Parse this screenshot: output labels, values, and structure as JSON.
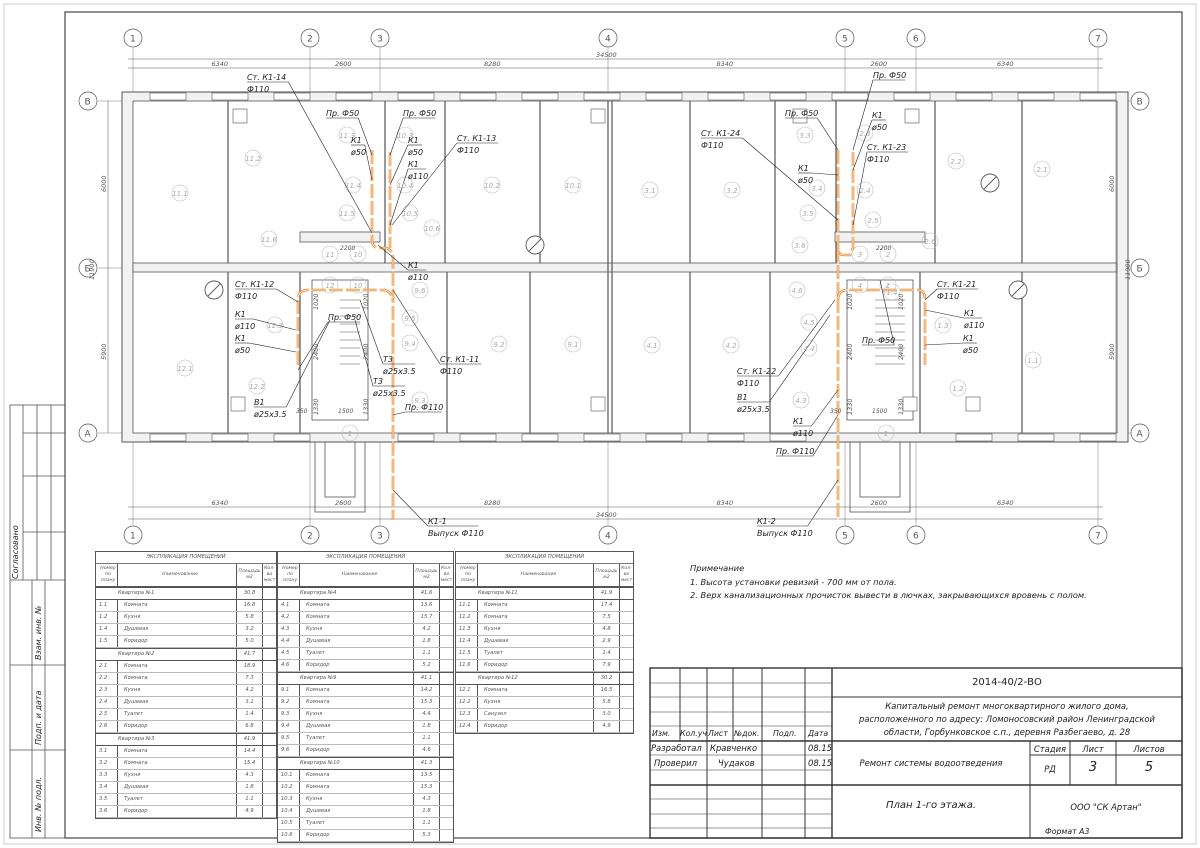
{
  "plan": {
    "axes_columns": [
      "1",
      "2",
      "3",
      "4",
      "5",
      "6",
      "7"
    ],
    "axes_rows": [
      "В",
      "Б",
      "А"
    ],
    "dim_top_total": "34500",
    "dim_bottom_total": "34500",
    "dim_segments": [
      "6340",
      "2600",
      "8280",
      "8340",
      "2600",
      "6340"
    ],
    "dim_side_left": [
      "6000",
      "5900",
      "11900"
    ],
    "dim_side_right": [
      "6000",
      "5900",
      "11900"
    ],
    "dim_small": [
      "2200",
      "2200",
      "1500",
      "1500",
      "350",
      "350",
      "1020",
      "1020",
      "1020",
      "1020",
      "2400",
      "2400",
      "2400",
      "2400",
      "1330",
      "1330",
      "1330",
      "1330"
    ],
    "rooms": [
      "11.1",
      "11.2",
      "11.6",
      "11.3",
      "11.4",
      "11.5",
      "10.3",
      "10.4",
      "10.5",
      "10.6",
      "10.2",
      "10.1",
      "12.1",
      "12.2",
      "12.3",
      "9.6",
      "9.5",
      "9.4",
      "9.3",
      "9.2",
      "9.1",
      "1",
      "3.1",
      "3.2",
      "3.3",
      "3.4",
      "3.5",
      "3.6",
      "2.3",
      "2.4",
      "2.5",
      "2.6",
      "2.2",
      "2.1",
      "4.1",
      "4.2",
      "4.6",
      "4.5",
      "4.4",
      "4.3",
      "1.4",
      "1.3",
      "1.2",
      "1.1",
      "1",
      "11",
      "10",
      "12",
      "10",
      "3",
      "2",
      "4",
      "1"
    ],
    "annotations": [
      [
        "Ст. К1-14",
        "Ф110"
      ],
      [
        "Пр. Ф50",
        ""
      ],
      [
        "Пр. Ф50",
        ""
      ],
      [
        "К1",
        "ø50"
      ],
      [
        "К1",
        "ø50"
      ],
      [
        "Ст. К1-13",
        "Ф110"
      ],
      [
        "К1",
        "ø110"
      ],
      [
        "К1",
        "ø110"
      ],
      [
        "Ст. К1-12",
        "Ф110"
      ],
      [
        "К1",
        "ø110"
      ],
      [
        "К1",
        "ø50"
      ],
      [
        "Пр. Ф50",
        ""
      ],
      [
        "Т3",
        "ø25x3.5"
      ],
      [
        "Т3",
        "ø25x3.5"
      ],
      [
        "Ст. К1-11",
        "Ф110"
      ],
      [
        "В1",
        "ø25x3.5"
      ],
      [
        "Пр. Ф110",
        ""
      ],
      [
        "К1-1",
        "Выпуск Ф110"
      ],
      [
        "Пр. Ф50",
        ""
      ],
      [
        "Пр. Ф50",
        ""
      ],
      [
        "Ст. К1-24",
        "Ф110"
      ],
      [
        "К1",
        "ø50"
      ],
      [
        "Ст. К1-23",
        "Ф110"
      ],
      [
        "К1",
        "ø50"
      ],
      [
        "Ст. К1-21",
        "Ф110"
      ],
      [
        "К1",
        "ø110"
      ],
      [
        "К1",
        "ø50"
      ],
      [
        "Пр. Ф50",
        ""
      ],
      [
        "Ст. К1-22",
        "Ф110"
      ],
      [
        "В1",
        "ø25x3.5"
      ],
      [
        "К1",
        "ø110"
      ],
      [
        "Пр. Ф110",
        ""
      ],
      [
        "К1-2",
        "Выпуск Ф110"
      ]
    ],
    "colors": {
      "pipe": "#e8892a",
      "line": "#444",
      "wall_fill": "#f2f2f2"
    }
  },
  "tables": [
    {
      "caption": "ЭКСПЛИКАЦИЯ ПОМЕЩЕНИЙ",
      "headers": [
        "Номер по плану",
        "Наименование",
        "Площадь м2",
        "Кол-во мест"
      ],
      "groups": [
        {
          "name": "Квартира №1",
          "area": "30.8",
          "rows": [
            [
              "1.1",
              "Комната",
              "16.8"
            ],
            [
              "1.2",
              "Кухня",
              "5.8"
            ],
            [
              "1.4",
              "Душевая",
              "3.2"
            ],
            [
              "1.5",
              "Коридор",
              "5.0"
            ]
          ]
        },
        {
          "name": "Квартира №2",
          "area": "41.7",
          "rows": [
            [
              "2.1",
              "Комната",
              "18.9"
            ],
            [
              "2.2",
              "Комната",
              "7.3"
            ],
            [
              "2.3",
              "Кухня",
              "4.2"
            ],
            [
              "2.4",
              "Душевая",
              "3.1"
            ],
            [
              "2.5",
              "Туалет",
              "1.4"
            ],
            [
              "2.6",
              "Коридор",
              "6.8"
            ]
          ]
        },
        {
          "name": "Квартира №3",
          "area": "41.9",
          "rows": [
            [
              "3.1",
              "Комната",
              "14.4"
            ],
            [
              "3.2",
              "Комната",
              "15.4"
            ],
            [
              "3.3",
              "Кухня",
              "4.3"
            ],
            [
              "3.4",
              "Душевая",
              "1.8"
            ],
            [
              "3.5",
              "Туалет",
              "1.1"
            ],
            [
              "3.6",
              "Коридор",
              "4.9"
            ]
          ]
        }
      ]
    },
    {
      "caption": "ЭКСПЛИКАЦИЯ ПОМЕЩЕНИЙ",
      "headers": [
        "Номер по плану",
        "Наименование",
        "Площадь м2",
        "Кол-во мест"
      ],
      "groups": [
        {
          "name": "Квартира №4",
          "area": "41.6",
          "rows": [
            [
              "4.1",
              "Комната",
              "13.6"
            ],
            [
              "4.2",
              "Комната",
              "15.7"
            ],
            [
              "4.3",
              "Кухня",
              "4.2"
            ],
            [
              "4.4",
              "Душевая",
              "1.8"
            ],
            [
              "4.5",
              "Туалет",
              "1.1"
            ],
            [
              "4.6",
              "Коридор",
              "5.2"
            ]
          ]
        },
        {
          "name": "Квартира №9",
          "area": "41.1",
          "rows": [
            [
              "9.1",
              "Комната",
              "14.2"
            ],
            [
              "9.2",
              "Комната",
              "15.3"
            ],
            [
              "9.3",
              "Кухня",
              "4.4"
            ],
            [
              "9.4",
              "Душевая",
              "1.8"
            ],
            [
              "9.5",
              "Туалет",
              "1.1"
            ],
            [
              "9.6",
              "Коридор",
              "4.6"
            ]
          ]
        },
        {
          "name": "Квартира №10",
          "area": "41.3",
          "rows": [
            [
              "10.1",
              "Комната",
              "13.5"
            ],
            [
              "10.2",
              "Комната",
              "15.3"
            ],
            [
              "10.3",
              "Кухня",
              "4.3"
            ],
            [
              "10.4",
              "Душевая",
              "1.8"
            ],
            [
              "10.5",
              "Туалет",
              "1.1"
            ],
            [
              "10.6",
              "Коридор",
              "5.3"
            ]
          ]
        }
      ]
    },
    {
      "caption": "ЭКСПЛИКАЦИЯ ПОМЕЩЕНИЙ",
      "headers": [
        "Номер по плану",
        "Наименование",
        "Площадь м2",
        "Кол-во мест"
      ],
      "groups": [
        {
          "name": "Квартира №11",
          "area": "41.9",
          "rows": [
            [
              "11.1",
              "Комната",
              "17.4"
            ],
            [
              "11.2",
              "Комната",
              "7.5"
            ],
            [
              "11.3",
              "Кухня",
              "4.8"
            ],
            [
              "11.4",
              "Душевая",
              "2.9"
            ],
            [
              "11.5",
              "Туалет",
              "1.4"
            ],
            [
              "11.6",
              "Коридор",
              "7.9"
            ]
          ]
        },
        {
          "name": "Квартира №12",
          "area": "30.2",
          "rows": [
            [
              "12.1",
              "Комната",
              "16.5"
            ],
            [
              "12.2",
              "Кухня",
              "5.8"
            ],
            [
              "12.3",
              "Санузел",
              "3.0"
            ],
            [
              "12.4",
              "Коридор",
              "4.9"
            ]
          ]
        }
      ]
    }
  ],
  "notes": {
    "title": "Примечание",
    "items": [
      "1. Высота установки ревизий - 700 мм от пола.",
      "2. Верх канализационных прочисток вывести в лючках, закрывающихся вровень с полом."
    ]
  },
  "title_block": {
    "code": "2014-40/2-ВО",
    "project": [
      "Капитальный ремонт многоквартирного жилого дома,",
      "расположенного по адресу: Ломоносовский район Ленинградской",
      "области, Горбунковское с.п., деревня Разбегаево, д. 28"
    ],
    "col_headers": [
      "Изм.",
      "Кол.уч",
      "Лист",
      "№док.",
      "Подп.",
      "Дата"
    ],
    "developed_label": "Разработал",
    "developed_name": "Кравченко",
    "developed_date": "08.15",
    "checked_label": "Проверил",
    "checked_name": "Чудаков",
    "checked_date": "08.15",
    "section": "Ремонт системы водоотведения",
    "stage_label": "Стадия",
    "sheet_label": "Лист",
    "sheets_label": "Листов",
    "stage": "РД",
    "sheet": "3",
    "sheets": "5",
    "sheet_title": "План 1-го этажа.",
    "company": "ООО \"СК Артан\"",
    "format": "Формат А3"
  },
  "side_stamp": {
    "agreed": "Согласовано",
    "replace_inv": "Взам. инв. №",
    "sign_date": "Подп. и дата",
    "inv_orig": "Инв. № подл."
  }
}
